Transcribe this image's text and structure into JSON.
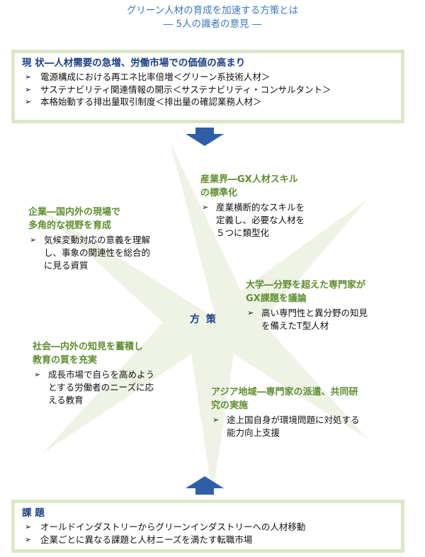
{
  "title": {
    "line1": "グリーン人材の育成を加速する方策とは",
    "line2": "― 5人の識者の意見 ―"
  },
  "top_panel": {
    "heading": "現 状―人材需要の急増、労働市場での価値の高まり",
    "bullet_mark": "➢",
    "items": [
      "電源構成における再エネ比率倍増＜グリーン系技術人材＞",
      "サステナビリティ関連情報の開示＜サステナビリティ・コンサルタント＞",
      "本格始動する排出量取引制度＜排出量の確認業務人材＞"
    ]
  },
  "center": {
    "label": "方 策"
  },
  "sections": {
    "industry": {
      "title_l1": "産業界―GX人材スキル",
      "title_l2": "の標準化",
      "item_l1": "産業横断的なスキルを",
      "item_l2": "定義し、必要な人材を",
      "item_l3": "５つに類型化"
    },
    "company": {
      "title_l1": "企業―国内外の現場で",
      "title_l2": "多角的な視野を育成",
      "item_l1": "気候変動対応の意義を理解",
      "item_l2": "し、事象の関連性を総合的",
      "item_l3": "に見る資質"
    },
    "university": {
      "title_l1": "大学―分野を超えた専門家が",
      "title_l2": "GX課題を議論",
      "item_l1": "高い専門性と異分野の知見",
      "item_l2": "を備えたT型人材"
    },
    "society": {
      "title_l1": "社会―内外の知見を蓄積し",
      "title_l2": "教育の質を充実",
      "item_l1": "成長市場で自らを高めよう",
      "item_l2": "とする労働者のニーズに応",
      "item_l3": "える教育"
    },
    "asia": {
      "title_l1": "アジア地域―専門家の派遣、共同研",
      "title_l2": "究の実施",
      "item_l1": "途上国自身が環境問題に対処する",
      "item_l2": "能力向上支援"
    }
  },
  "bottom_panel": {
    "heading": "課 題",
    "bullet_mark": "➢",
    "items": [
      "オールドインダストリーからグリーンインダストリーへの人材移動",
      "企業ごとに異なる課題と人材ニーズを満たす転職市場"
    ]
  },
  "colors": {
    "title": "#3a78c4",
    "heading": "#1a3f85",
    "section_title": "#5e8e2f",
    "panel_border": "#dbe8c8",
    "star": "#eef3e6",
    "arrow": "#2f5ea8"
  }
}
